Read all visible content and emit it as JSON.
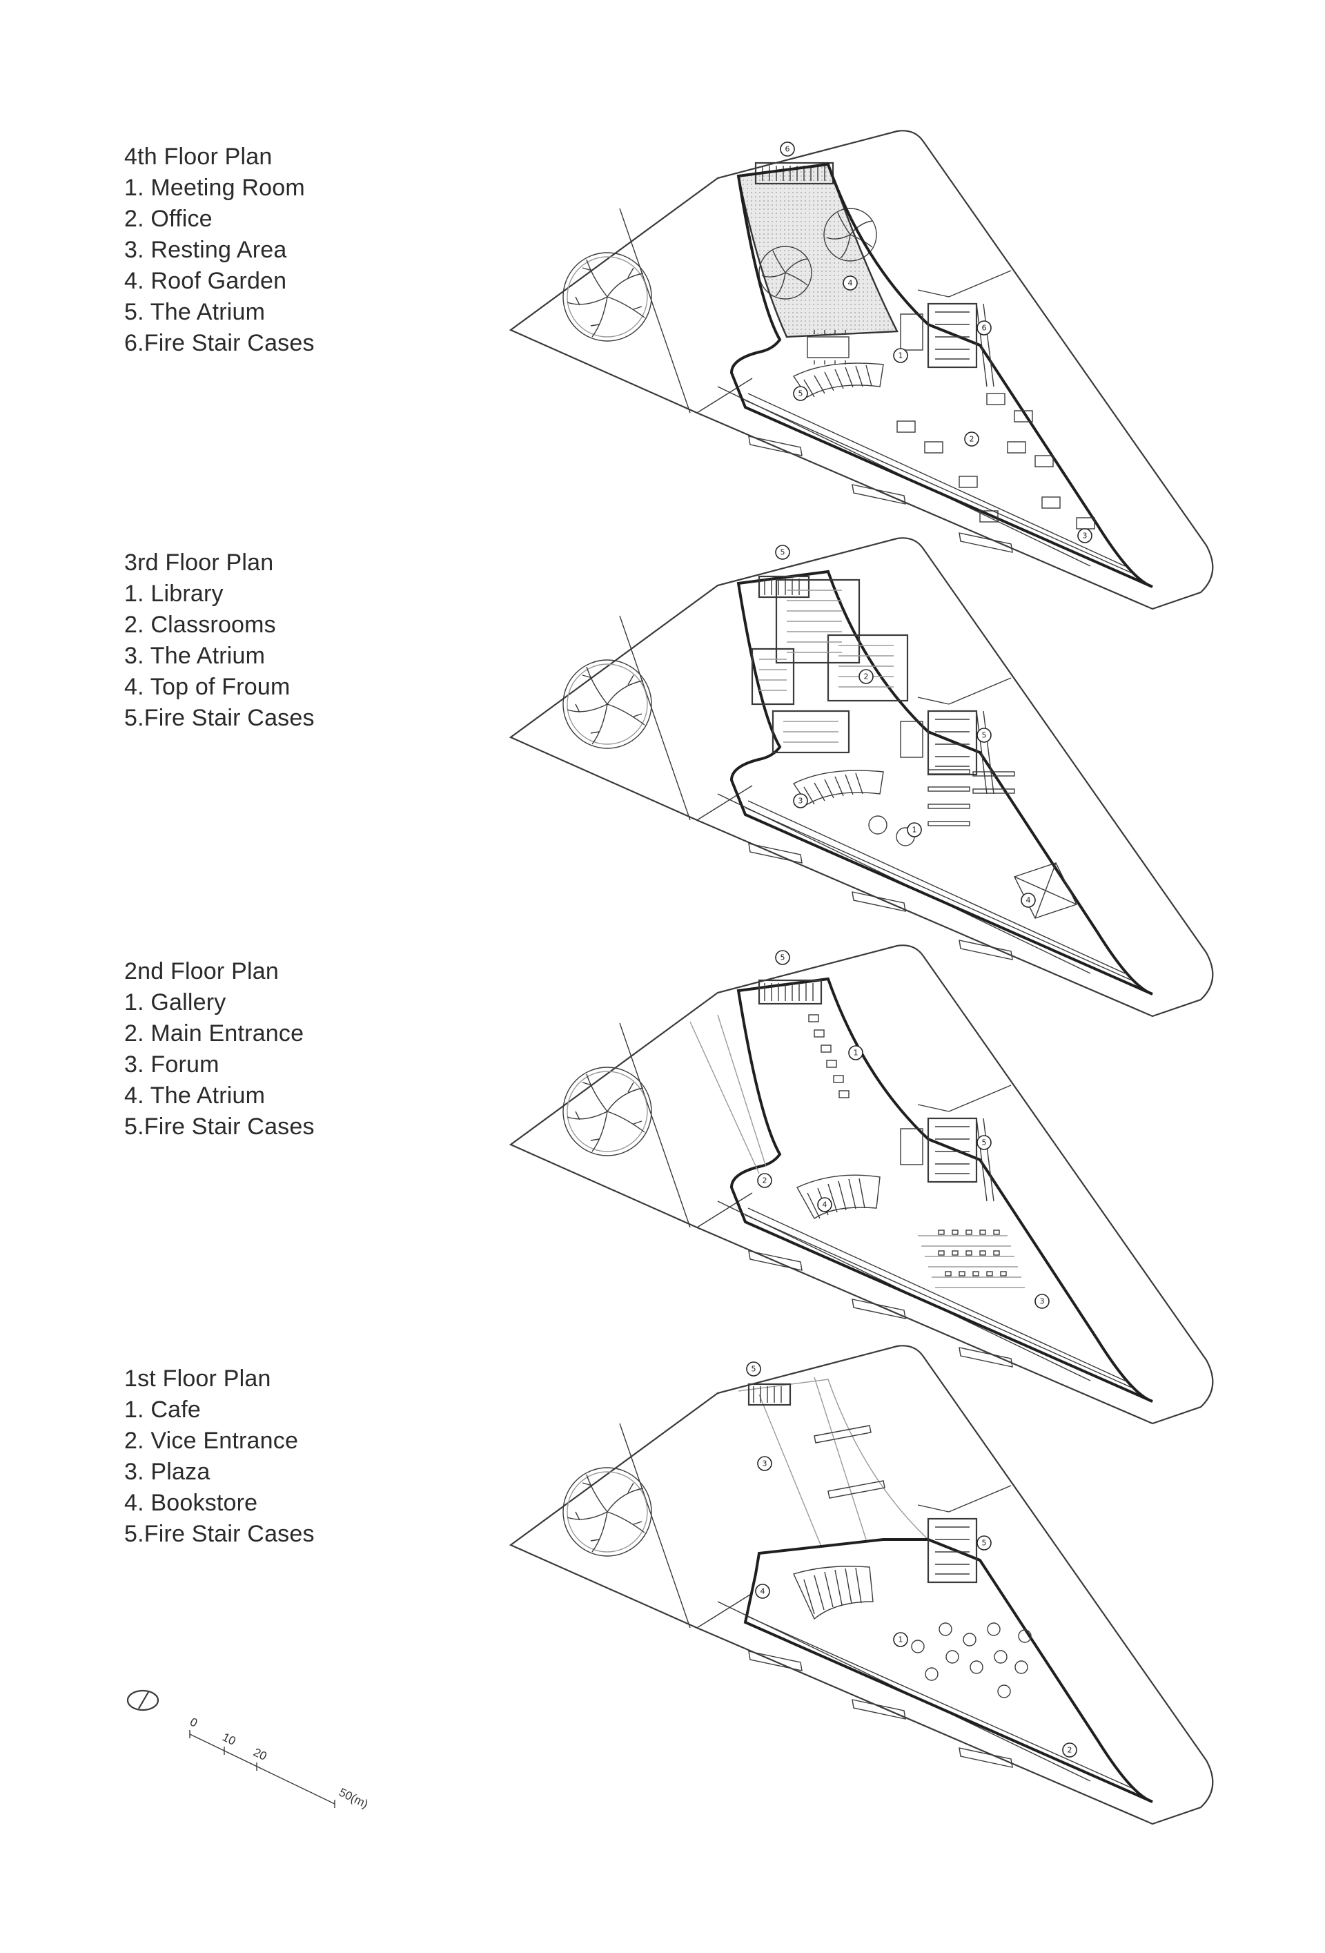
{
  "floors": {
    "fourth": {
      "title": "4th Floor Plan",
      "items": [
        "1. Meeting Room",
        "2. Office",
        "3. Resting Area",
        "4. Roof Garden",
        "5. The Atrium",
        "6.Fire Stair Cases"
      ]
    },
    "third": {
      "title": "3rd Floor Plan",
      "items": [
        "1. Library",
        "2. Classrooms",
        "3. The Atrium",
        "4. Top of Froum",
        "5.Fire Stair Cases"
      ]
    },
    "second": {
      "title": "2nd Floor Plan",
      "items": [
        "1. Gallery",
        "2. Main Entrance",
        "3. Forum",
        "4. The Atrium",
        "5.Fire Stair Cases"
      ]
    },
    "first": {
      "title": "1st Floor Plan",
      "items": [
        "1. Cafe",
        "2. Vice Entrance",
        "3. Plaza",
        "4. Bookstore",
        "5.Fire Stair Cases"
      ]
    }
  },
  "scale_bar": {
    "labels": [
      "0",
      "10",
      "20",
      "50(m)"
    ]
  },
  "colors": {
    "line": "#2a2a2a",
    "background": "#ffffff",
    "hatch": "#c8c8c8"
  }
}
